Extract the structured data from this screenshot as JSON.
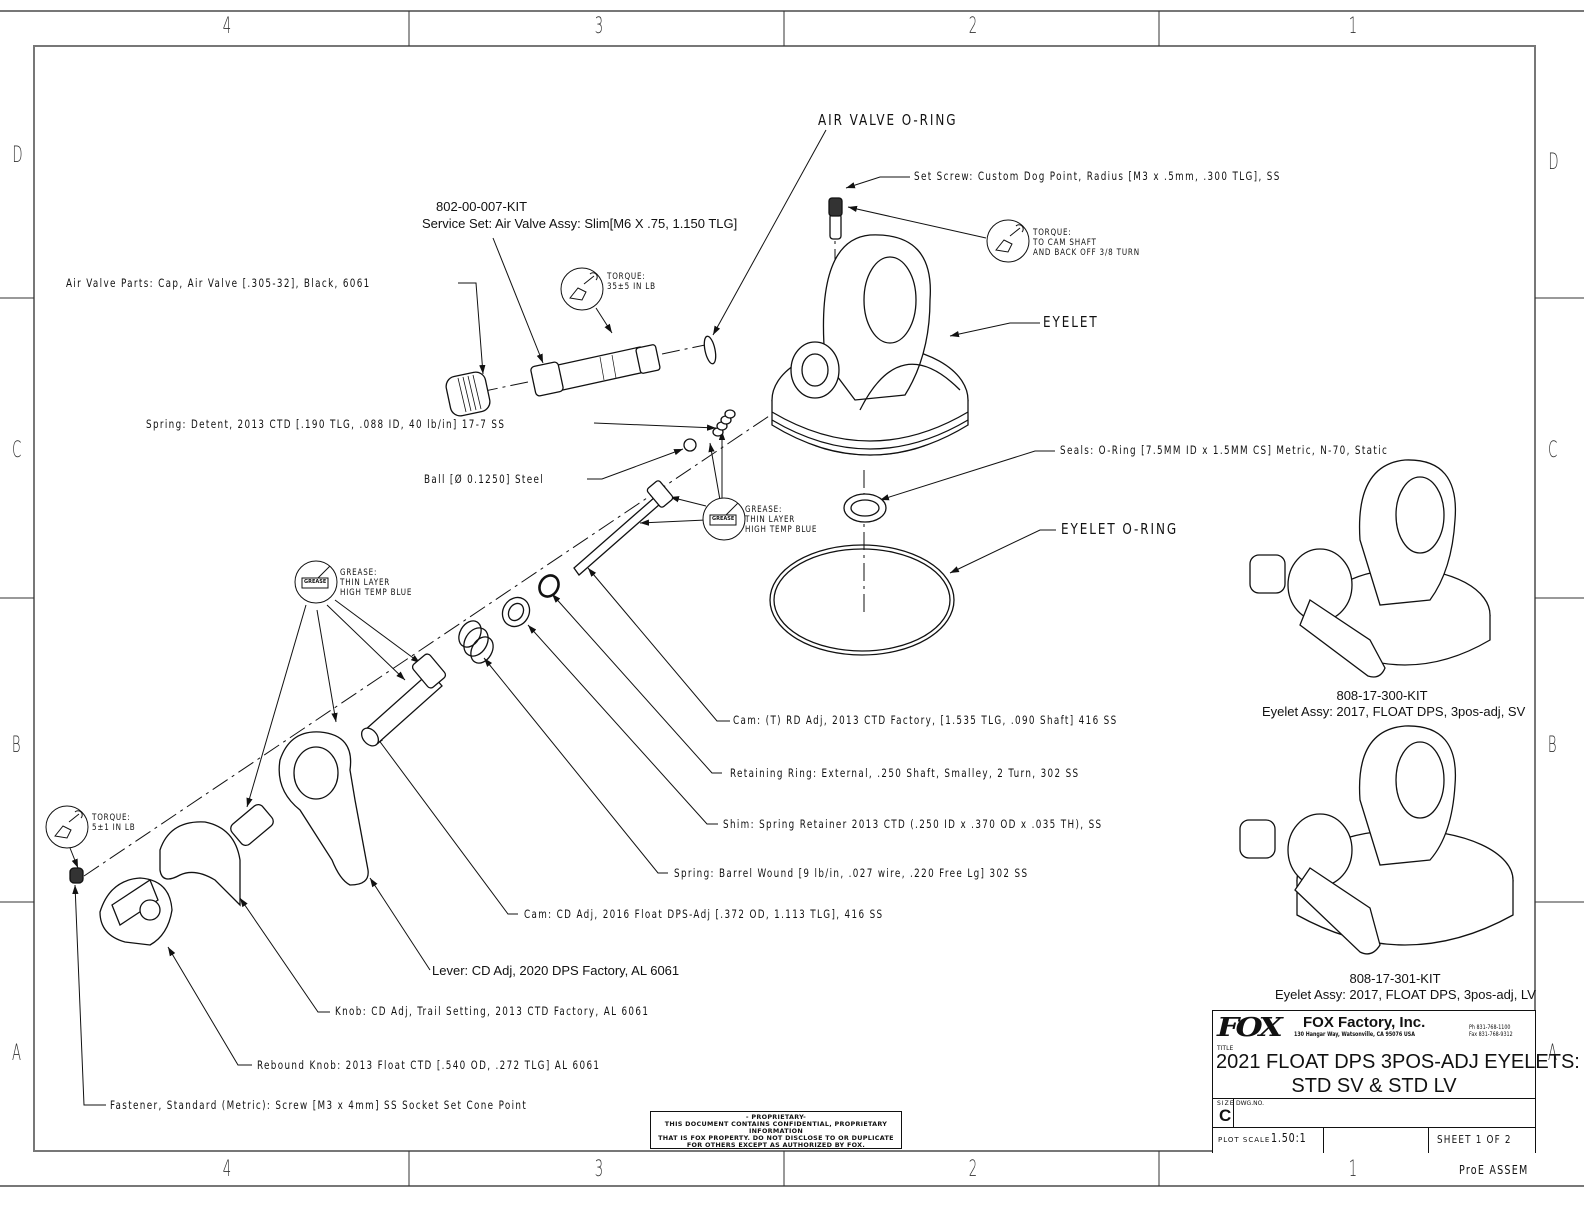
{
  "drawing": {
    "zones": {
      "columns": [
        "4",
        "3",
        "2",
        "1"
      ],
      "rows": [
        "D",
        "C",
        "B",
        "A"
      ]
    },
    "callouts": {
      "air_valve_oring": "AIR VALVE O-RING",
      "set_screw": "Set Screw: Custom Dog Point, Radius [M3 x .5mm, .300 TLG], SS",
      "service_set_kit": "802-00-007-KIT",
      "service_set_desc": "Service Set: Air Valve Assy: Slim[M6 X .75, 1.150 TLG]",
      "air_valve_cap": "Air Valve Parts: Cap, Air Valve [.305-32], Black, 6061",
      "eyelet": "EYELET",
      "spring_detent": "Spring: Detent, 2013 CTD [.190 TLG, .088 ID, 40 lb/in] 17-7 SS",
      "ball": "Ball [Ø 0.1250] Steel",
      "seals_oring": "Seals: O-Ring [7.5MM ID x 1.5MM CS] Metric, N-70, Static",
      "eyelet_oring": "EYELET O-RING",
      "cam_rd": "Cam: (T) RD Adj, 2013 CTD Factory, [1.535 TLG, .090 Shaft] 416 SS",
      "retaining_ring": "Retaining Ring: External, .250 Shaft, Smalley, 2 Turn, 302 SS",
      "shim": "Shim: Spring Retainer 2013 CTD (.250 ID x .370 OD x .035 TH), SS",
      "spring_barrel": "Spring: Barrel Wound [9 lb/in, .027 wire, .220 Free Lg] 302 SS",
      "cam_cd": "Cam: CD Adj, 2016 Float DPS-Adj [.372 OD, 1.113 TLG], 416 SS",
      "lever": "Lever: CD Adj, 2020 DPS Factory, AL 6061",
      "knob_cd": "Knob: CD Adj, Trail Setting, 2013 CTD Factory, AL 6061",
      "rebound_knob": "Rebound Knob: 2013 Float CTD [.540 OD, .272 TLG] AL 6061",
      "fastener": "Fastener, Standard (Metric): Screw [M3 x 4mm] SS Socket Set Cone Point"
    },
    "notes": {
      "torque_cam": "TORQUE:\nTO CAM SHAFT\nAND BACK OFF 3/8 TURN",
      "torque_valve": "TORQUE:\n35±5 IN LB",
      "torque_screw": "TORQUE:\n5±1 IN LB",
      "grease_1": "GREASE:\nTHIN LAYER\nHIGH TEMP BLUE",
      "grease_2": "GREASE:\nTHIN LAYER\nHIGH TEMP BLUE",
      "grease_icon_label": "GREASE"
    },
    "assemblies": [
      {
        "kit": "808-17-300-KIT",
        "desc": "Eyelet Assy: 2017, FLOAT DPS, 3pos-adj, SV"
      },
      {
        "kit": "808-17-301-KIT",
        "desc": "Eyelet Assy: 2017, FLOAT DPS, 3pos-adj, LV"
      }
    ],
    "proprietary": {
      "heading": "- PROPRIETARY-",
      "line1": "THIS DOCUMENT CONTAINS CONFIDENTIAL, PROPRIETARY INFORMATION",
      "line2": "THAT IS FOX PROPERTY.  DO NOT DISCLOSE TO OR DUPLICATE",
      "line3": "FOR OTHERS EXCEPT AS AUTHORIZED BY FOX."
    }
  },
  "title_block": {
    "logo": "FOX",
    "company": "FOX Factory, Inc.",
    "address": "130 Hangar Way, Watsonville, CA 95076 USA",
    "phone": "Ph 831-768-1100",
    "fax": "Fax 831-768-9312",
    "title_label": "TITLE",
    "title_line1": "2021 FLOAT DPS 3POS-ADJ EYELETS:",
    "title_line2": "STD SV & STD LV",
    "size_label": "SIZE",
    "size_value": "C",
    "dwg_no_label": "DWG.NO.",
    "dwg_no_value": "",
    "plot_scale_label": "PLOT SCALE",
    "plot_scale_value": "1.50:1",
    "sheet": "SHEET 1 OF 2",
    "software": "ProE ASSEM"
  }
}
